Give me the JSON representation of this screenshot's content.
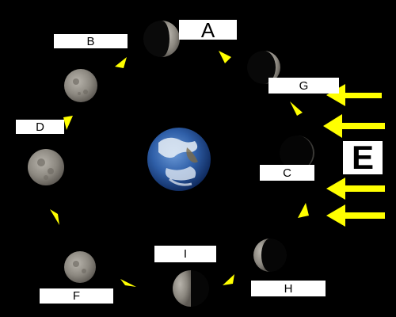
{
  "labels": {
    "a": "A",
    "b": "B",
    "c": "C",
    "d": "D",
    "e": "E",
    "f": "F",
    "g": "G",
    "h": "H",
    "i": "I"
  },
  "colors": {
    "background": "#000000",
    "arrow": "#ffff00",
    "moon_lit": "#8c8880",
    "earth_ocean": "#2f5fa8",
    "label_fill": "#ffffff"
  }
}
